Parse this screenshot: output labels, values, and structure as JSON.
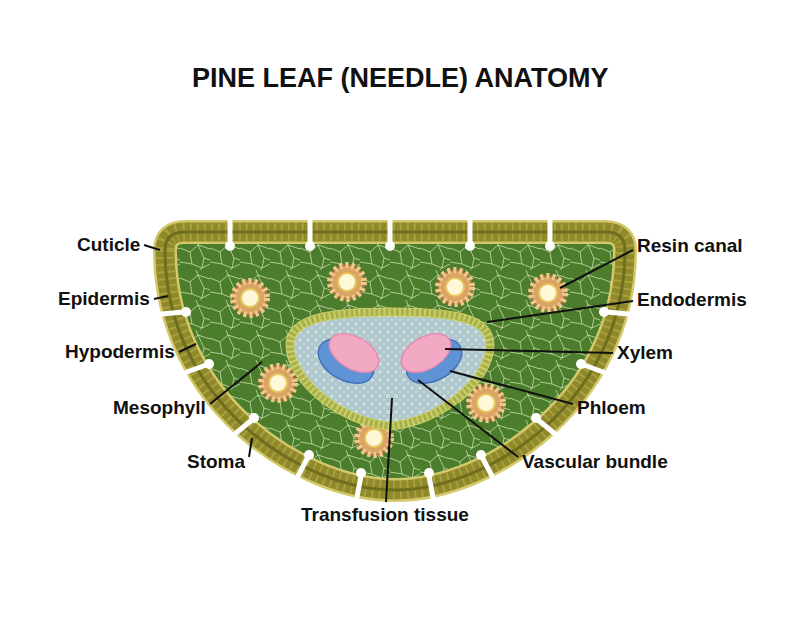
{
  "diagram": {
    "title": "PINE LEAF (NEEDLE) ANATOMY",
    "labels": [
      "Cuticle",
      "Epidermis",
      "Hypodermis",
      "Mesophyll",
      "Stoma",
      "Transfusion tissue",
      "Resin canal",
      "Endodermis",
      "Xylem",
      "Phloem",
      "Vascular bundle"
    ]
  }
}
